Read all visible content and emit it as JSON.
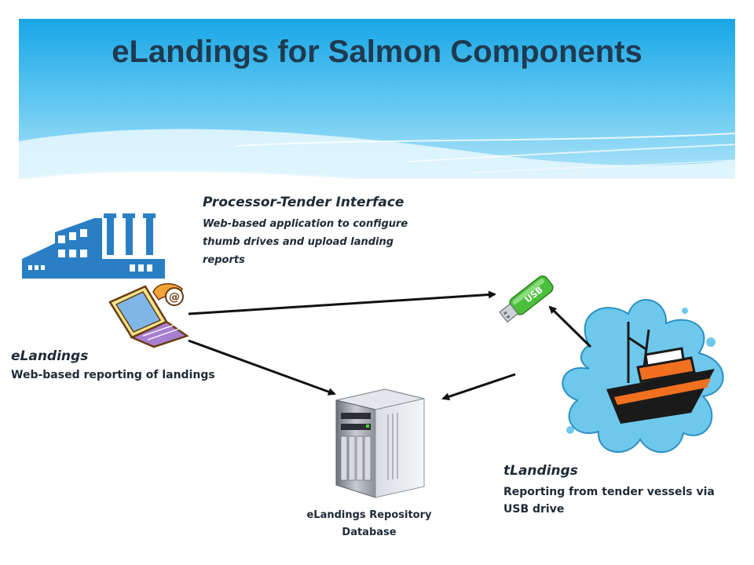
{
  "slide": {
    "title": "eLandings for Salmon Components"
  },
  "nodes": {
    "processor_tender_interface": {
      "title": "Processor-Tender Interface",
      "description": "Web-based application to configure thumb drives and upload landing reports"
    },
    "elandings": {
      "title": "eLandings",
      "description": "Web-based reporting of landings"
    },
    "tlandings": {
      "title": "tLandings",
      "description": "Reporting from tender vessels via USB drive"
    },
    "repository": {
      "line1": "eLandings Repository",
      "line2": "Database"
    },
    "usb": {
      "label": "USB"
    }
  },
  "colors": {
    "sky_top": "#14aae8",
    "sky_light": "#c6ecfb",
    "factory": "#2a7fc4",
    "splash": "#6ec8ec",
    "usb": "#4cbf3c",
    "ship_hull": "#1a1a1a",
    "ship_stripe": "#f07020",
    "arrow": "#111111"
  }
}
